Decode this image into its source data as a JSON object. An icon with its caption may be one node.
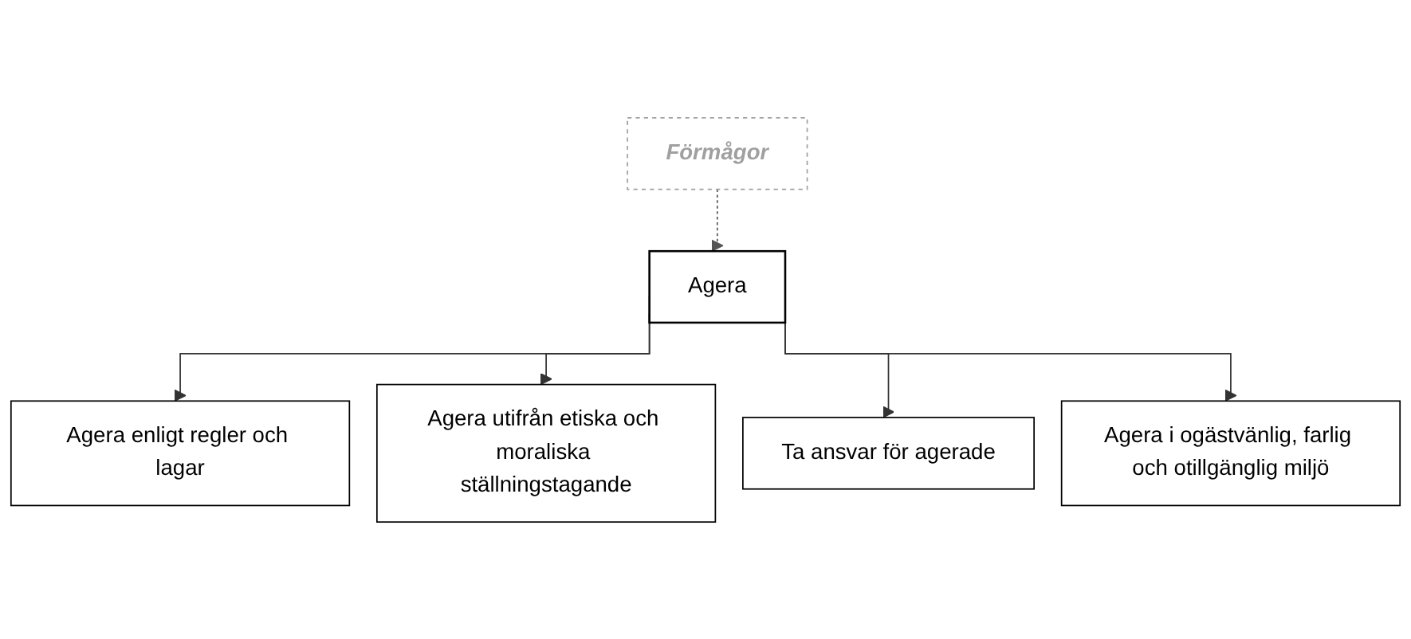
{
  "diagram": {
    "nodes": [
      {
        "text": [
          "Förmågor"
        ]
      },
      {
        "text": [
          "Agera"
        ]
      },
      {
        "text": [
          "Agera enligt regler och lagar"
        ]
      },
      {
        "text": [
          "Agera utifrån etiska och moraliska ställningstagande"
        ]
      },
      {
        "text": [
          "Ta ansvar för agerade"
        ]
      },
      {
        "text": [
          "Agera i ogästvänlig, farlig och otillgänglig miljö"
        ]
      }
    ],
    "edges": [
      {
        "from": 0,
        "to": 1,
        "arrow": "to",
        "style": "dashed"
      },
      {
        "from": 1,
        "to": 2,
        "arrow": "to"
      },
      {
        "from": 1,
        "to": 3,
        "arrow": "to"
      },
      {
        "from": 1,
        "to": 4,
        "arrow": "to"
      },
      {
        "from": 1,
        "to": 5,
        "arrow": "to"
      }
    ]
  }
}
